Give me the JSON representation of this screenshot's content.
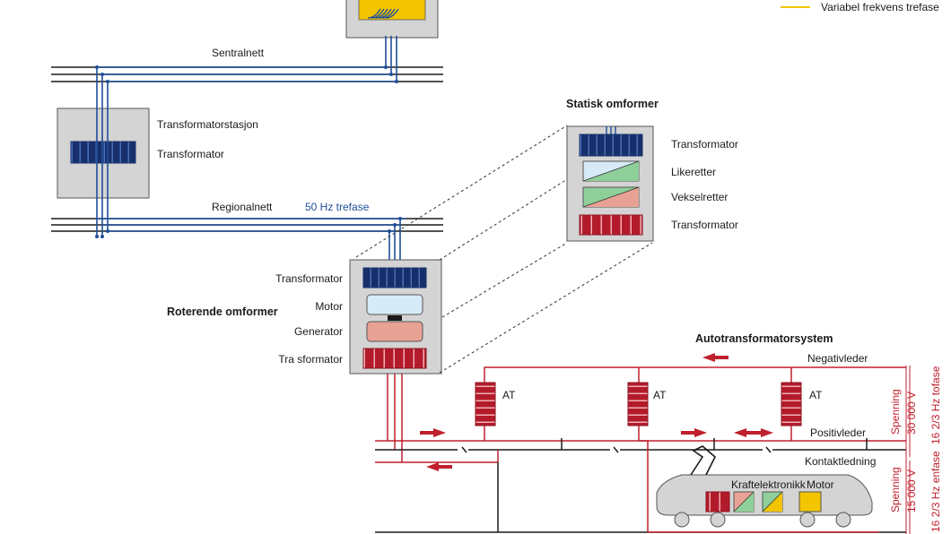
{
  "legend": {
    "variable_frequency": "Variabel frekvens trefase"
  },
  "grid": {
    "central_grid": "Sentralnett",
    "regional_grid": "Regionalnett",
    "frequency_label": "50 Hz trefase"
  },
  "substation": {
    "title": "Transformatorstasjon",
    "transformer": "Transformator"
  },
  "static_converter": {
    "title": "Statisk omformer",
    "items": [
      "Transformator",
      "Likeretter",
      "Vekselretter",
      "Transformator"
    ]
  },
  "rotary_converter": {
    "title": "Roterende omformer",
    "items": [
      "Transformator",
      "Motor",
      "Generator",
      "Tra sformator"
    ]
  },
  "autotransformer_system": {
    "title": "Autotransformatorsystem",
    "at_label": "AT",
    "negative_feeder": "Negativleder",
    "positive_feeder": "Positivleder",
    "contact_line": "Kontaktledning"
  },
  "train": {
    "power_electronics": "Kraftelektronikk",
    "motor": "Motor"
  },
  "voltage": {
    "spenning": "Spenning",
    "upper_value": "30 000 V",
    "lower_value": "15 000 V",
    "upper_freq": "16 2/3  Hz tofase",
    "lower_freq": "16 2/3  Hz enfase"
  },
  "colors": {
    "blue": "#1f4e9a",
    "dark_blue": "#17306b",
    "red": "#c0202d",
    "yellow": "#f2c500",
    "grey_box": "#d4d4d4",
    "light_blue": "#d6ebf7",
    "green": "#8fcf9a",
    "salmon": "#e8a295"
  }
}
